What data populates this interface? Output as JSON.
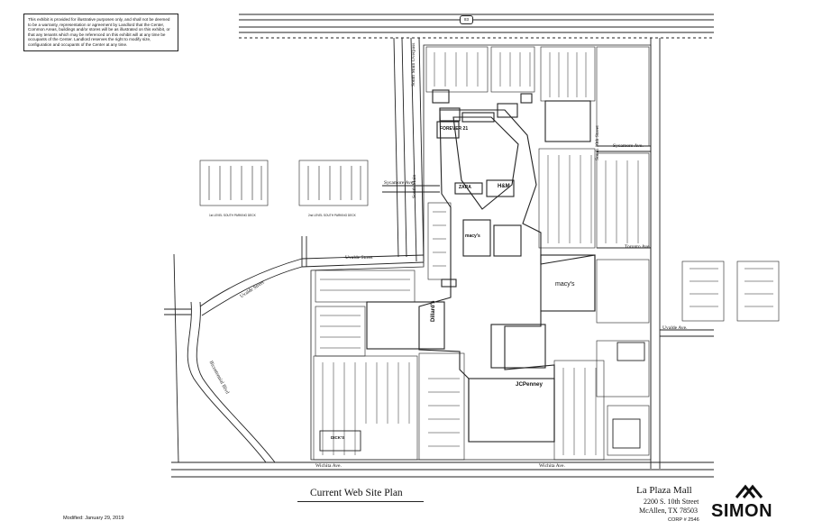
{
  "disclaimer": "This exhibit is provided for illustrative purposes only, and shall not be deemed to be a warranty, representation or agreement by Landlord that the Center, Common Areas, buildings and/or stores will be as illustrated on this exhibit, or that any tenants which may be referenced on this exhibit will at any time be occupants of the Center. Landlord reserves the right to modify size, configuration and occupants of the Center at any time.",
  "plan_title": "Current Web Site Plan",
  "modified": "Modified: January 29, 2019",
  "mall": {
    "name": "La Plaza Mall",
    "address_line1": "2200 S. 10th Street",
    "address_line2": "McAllen, TX 78503",
    "corp": "CORP #  2546"
  },
  "brand": "SIMON",
  "highway": "83",
  "roads": {
    "south_main_overpass": "South Main Overpass",
    "south_main": "South Main",
    "south_10th": "South 10th Street",
    "sycamore_w": "Sycamore Ave.",
    "sycamore_e": "Sycamore Ave.",
    "uvalde_street": "Uvalde Street",
    "uvalde_ave": "Uvalde Ave.",
    "toronto": "Toronto Ave.",
    "wichita_w": "Wichita Ave.",
    "wichita_e": "Wichita Ave.",
    "bicentennial": "Bicentennial Blvd",
    "uvalde_diag": "Uvalde Street"
  },
  "stores": {
    "forever21": "FOREVER 21",
    "zara": "ZARA",
    "hm": "H&M",
    "macys_small": "macy's",
    "macys_main": "macy's",
    "dillards": "Dillard's",
    "jcpenney": "JCPenney",
    "dicks": "DICK'S"
  },
  "garages": {
    "left": "1st LEVEL SOUTH PARKING DECK",
    "right": "2nd LEVEL SOUTH PARKING DECK"
  },
  "colors": {
    "line": "#111111",
    "background": "#ffffff"
  }
}
